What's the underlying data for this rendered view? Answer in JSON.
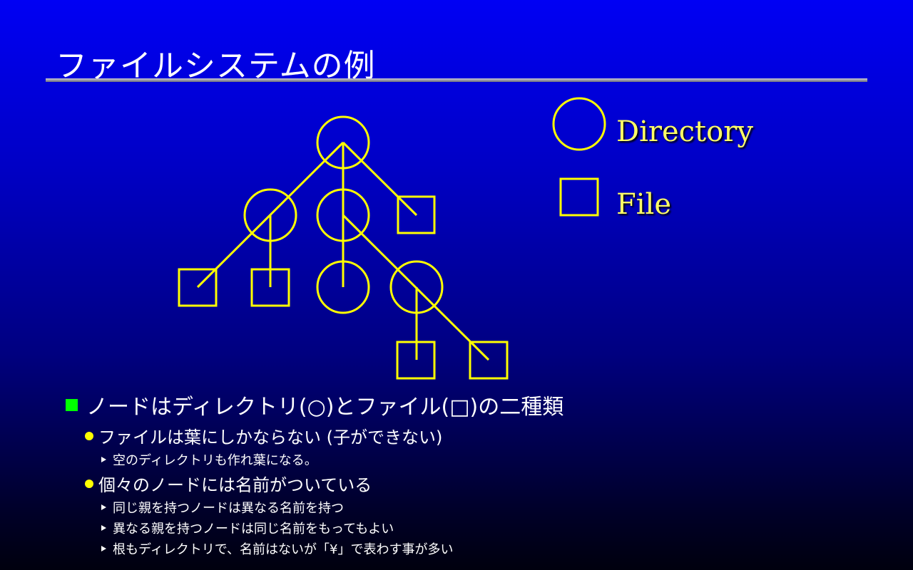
{
  "slide": {
    "title": "ファイルシステムの例"
  },
  "legend": {
    "directory_label": "Directory",
    "file_label": "File"
  },
  "bullets": {
    "level1": "ノードはディレクトリ(○)とファイル(□)の二種類",
    "item1": {
      "text": "ファイルは葉にしかならない (子ができない)",
      "sub": [
        "空のディレクトリも作れ葉になる。"
      ]
    },
    "item2": {
      "text": "個々のノードには名前がついている",
      "sub": [
        "同じ親を持つノードは異なる名前を持つ",
        "異なる親を持つノードは同じ名前をもってもよい",
        "根もディレクトリで、名前はないが「¥」で表わす事が多い"
      ]
    }
  },
  "colors": {
    "diagram_stroke": "#ffff00",
    "legend_text": "#ffff66",
    "level1_marker": "#00ff00",
    "level2_marker": "#ffff00"
  }
}
